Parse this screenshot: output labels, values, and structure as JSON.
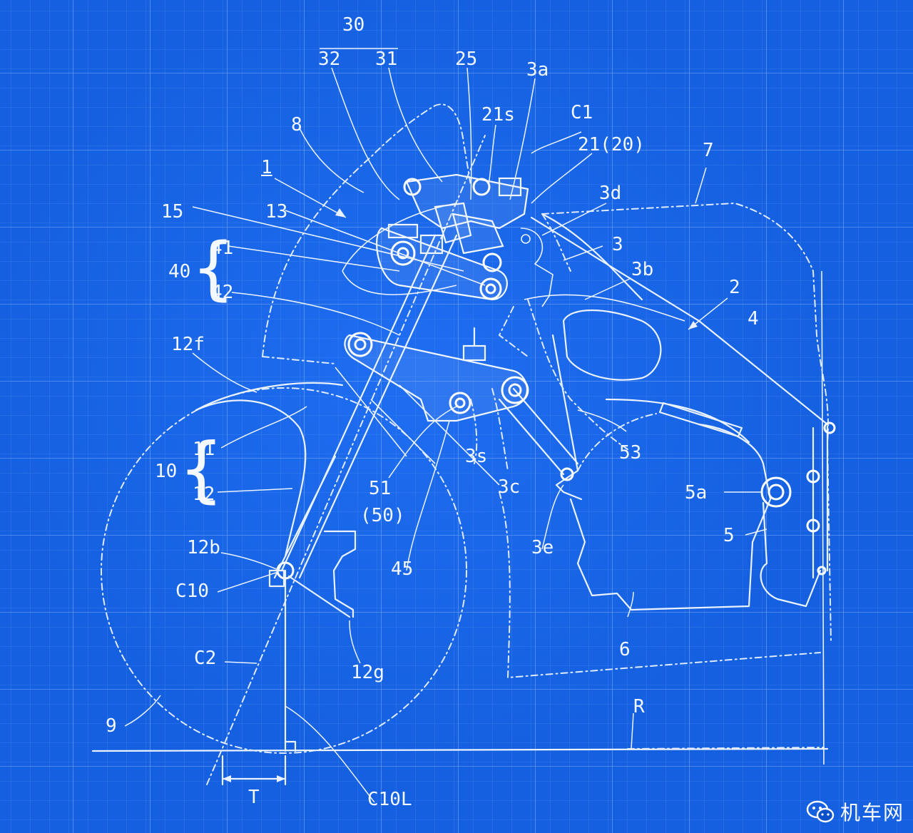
{
  "labels": {
    "l30": "30",
    "l32": "32",
    "l31": "31",
    "l25": "25",
    "l3a": "3a",
    "l21s": "21s",
    "lC1": "C1",
    "l21_20": "21(20)",
    "l8": "8",
    "l7": "7",
    "l1": "1",
    "l3d": "3d",
    "l15": "15",
    "l13": "13",
    "l3": "3",
    "l41": "41",
    "l40": "40",
    "l3b": "3b",
    "l2": "2",
    "l42": "42",
    "l4": "4",
    "l12f": "12f",
    "l11": "11",
    "l10": "10",
    "l3s": "3s",
    "l53": "53",
    "l51": "51",
    "l50": "(50)",
    "l3c": "3c",
    "l5a": "5a",
    "l12": "12",
    "l5": "5",
    "l12b": "12b",
    "l3e": "3e",
    "l45": "45",
    "lC10": "C10",
    "l6": "6",
    "lC2": "C2",
    "l12g": "12g",
    "lR": "R",
    "l9": "9",
    "lT": "T",
    "lC10L": "C10L"
  },
  "watermark": {
    "text": "机车网",
    "icon": "wechat-icon"
  },
  "colors": {
    "background": "#0b4fc9",
    "grid": "#4f8cf0",
    "line": "#eaf2ff"
  }
}
